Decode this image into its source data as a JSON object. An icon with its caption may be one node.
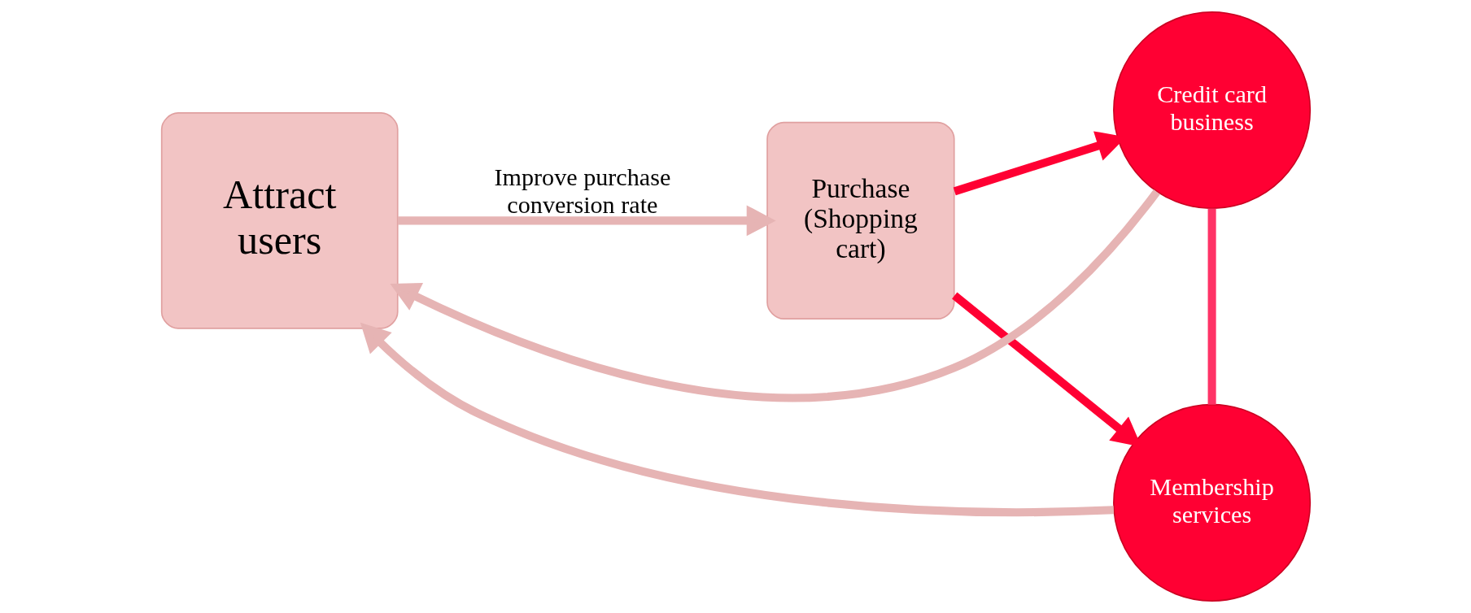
{
  "diagram": {
    "nodes": [
      {
        "text": [
          "Attract users"
        ]
      },
      {
        "text": [
          "Purchase (Shopping cart)"
        ]
      },
      {
        "text": [
          "Credit card business"
        ]
      },
      {
        "text": [
          "Membership services"
        ]
      }
    ],
    "edges": [
      {
        "from": 0,
        "to": 1,
        "arrow": "to",
        "label": "Improve purchase conversion rate"
      },
      {
        "from": 1,
        "to": 2,
        "arrow": "to",
        "color": "#ff0033"
      },
      {
        "from": 1,
        "to": 3,
        "arrow": "to",
        "color": "#ff0033"
      },
      {
        "from": 2,
        "to": 3,
        "arrow": "none",
        "color": "#ff3366"
      },
      {
        "from": 2,
        "to": 0,
        "arrow": "to"
      },
      {
        "from": 3,
        "to": 0,
        "arrow": "to"
      }
    ]
  }
}
